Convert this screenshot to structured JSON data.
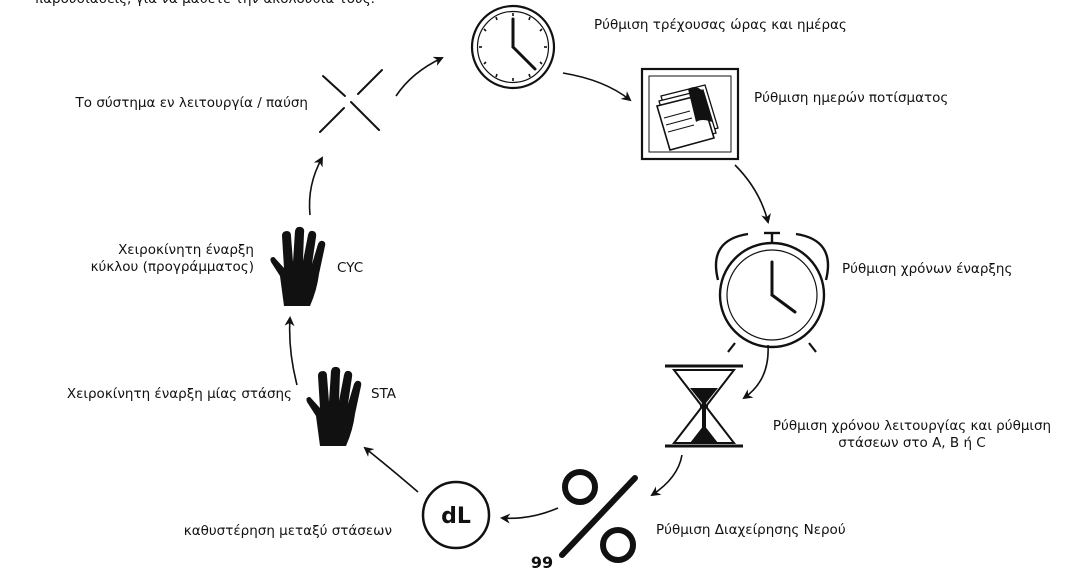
{
  "intro_text": "παρουσιάσεις, για να μάθετε την ακολουθία τους.",
  "steps": {
    "clock": "Ρύθμιση τρέχουσας ώρας και ημέρας",
    "calendar": "Ρύθμιση ημερών ποτίσματος",
    "alarm": "Ρύθμιση χρόνων έναρξης",
    "hourglass": "Ρύθμιση χρόνου λειτουργίας και ρύθμιση\nστάσεων στο A, B ή C",
    "percent": "Ρύθμιση Διαχείρησης Νερού",
    "delay": "καθυστέρηση μεταξύ στάσεων",
    "manual_station": "Χειροκίνητη έναρξη μίας στάσης",
    "manual_cycle": "Χειροκίνητη έναρξη\nκύκλου (προγράμματος)",
    "system": "Το σύστημα εν λειτουργία / παύση"
  },
  "codes": {
    "sta": "STA",
    "cyc": "CYC",
    "dl": "dL"
  },
  "page_number": "99",
  "icons": [
    "clock-icon",
    "calendar-icon",
    "alarm-clock-icon",
    "hourglass-icon",
    "percent-icon",
    "delay-icon",
    "hand-icon",
    "x-icon"
  ]
}
